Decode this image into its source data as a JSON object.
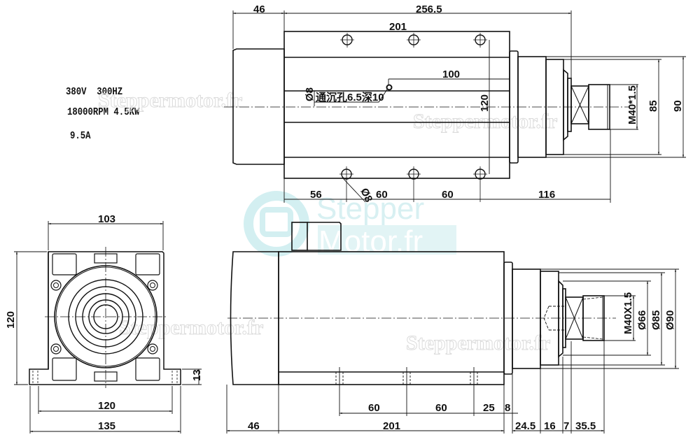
{
  "specs": {
    "line1": "380V  300HZ",
    "line2": "18000RPM 4.5KW",
    "line3": "9.5A"
  },
  "watermark": {
    "logo_line1": "Stepper",
    "logo_line2": "Motor.fr",
    "text": "Steppermotor.fr",
    "color": "#a8dde0"
  },
  "top_view": {
    "dims": {
      "rear_cap": "46",
      "overall_length": "256.5",
      "body_length": "201",
      "hole_offset": "100",
      "hole_note": "通沉孔6.5深10",
      "hole_note_prefix": "Ø8",
      "hole_span": "120",
      "first_hole": "56",
      "pitch_1": "60",
      "pitch_2": "60",
      "front_length": "116",
      "hole_dia": "Ø8",
      "thread": "M40*1.5",
      "dia_85": "85",
      "dia_90": "90"
    }
  },
  "front_view": {
    "dims": {
      "width_top": "103",
      "height": "120",
      "foot_height": "13",
      "foot_span": "120",
      "base_width": "135"
    }
  },
  "side_view": {
    "dims": {
      "thread": "M40X1.5",
      "dia_66": "Ø66",
      "dia_85": "Ø85",
      "dia_90": "Ø90",
      "pitch_1": "60",
      "pitch_2": "60",
      "end_offset": "25",
      "step": "8",
      "rear_cap": "46",
      "body_length": "201",
      "len_a": "24.5",
      "len_b": "16",
      "len_c": "7",
      "len_d": "35.5"
    }
  },
  "colors": {
    "line": "#111111",
    "background": "#ffffff"
  }
}
